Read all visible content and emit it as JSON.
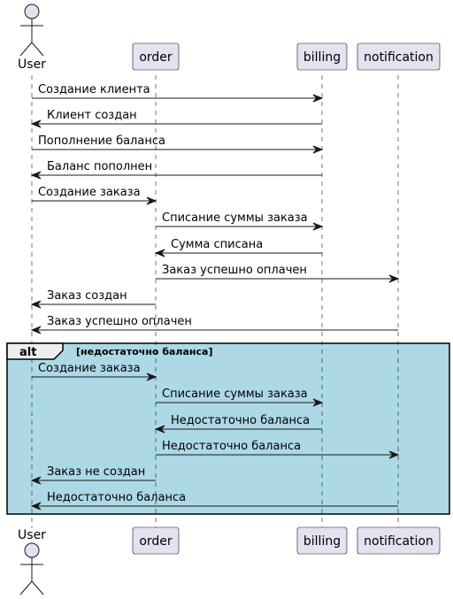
{
  "participants": [
    {
      "id": "user",
      "label": "User",
      "kind": "actor"
    },
    {
      "id": "order",
      "label": "order",
      "kind": "participant"
    },
    {
      "id": "billing",
      "label": "billing",
      "kind": "participant"
    },
    {
      "id": "notification",
      "label": "notification",
      "kind": "participant"
    }
  ],
  "messages": [
    {
      "from": "user",
      "to": "billing",
      "label": "Создание клиента"
    },
    {
      "from": "billing",
      "to": "user",
      "label": "Клиент создан"
    },
    {
      "from": "user",
      "to": "billing",
      "label": "Пополнение баланса"
    },
    {
      "from": "billing",
      "to": "user",
      "label": "Баланс пополнен"
    },
    {
      "from": "user",
      "to": "order",
      "label": "Создание заказа"
    },
    {
      "from": "order",
      "to": "billing",
      "label": "Списание суммы заказа"
    },
    {
      "from": "billing",
      "to": "order",
      "label": "Сумма списана"
    },
    {
      "from": "order",
      "to": "notification",
      "label": "Заказ успешно оплачен"
    },
    {
      "from": "order",
      "to": "user",
      "label": "Заказ создан"
    },
    {
      "from": "notification",
      "to": "user",
      "label": "Заказ успешно оплачен"
    },
    {
      "from": "user",
      "to": "order",
      "label": "Создание заказа",
      "in_fragment": true
    },
    {
      "from": "order",
      "to": "billing",
      "label": "Списание суммы заказа",
      "in_fragment": true
    },
    {
      "from": "billing",
      "to": "order",
      "label": "Недостаточно баланса",
      "in_fragment": true
    },
    {
      "from": "order",
      "to": "notification",
      "label": "Недостаточно баланса",
      "in_fragment": true
    },
    {
      "from": "order",
      "to": "user",
      "label": "Заказ не создан",
      "in_fragment": true
    },
    {
      "from": "notification",
      "to": "user",
      "label": "Недостаточно баланса",
      "in_fragment": true
    }
  ],
  "fragment": {
    "keyword": "alt",
    "condition": "[недостаточно баланса]"
  },
  "colors": {
    "participant_fill": "#E2E2F0",
    "fragment_fill": "#ADD8E6",
    "line": "#181818"
  }
}
